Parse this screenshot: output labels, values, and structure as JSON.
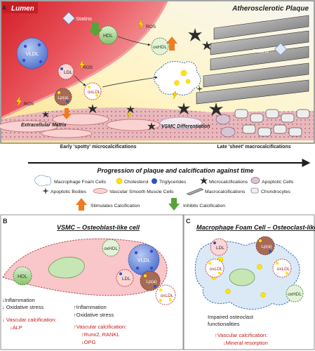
{
  "panel_a": {
    "letter": "A",
    "lumen_title": "Lumen",
    "plaque_title": "Atherosclerotic Plaque",
    "labels": {
      "statins_1": "Statins",
      "statins_2": "Statins",
      "hdl": "HDL",
      "vldl": "VLDL",
      "oxhdl": "oxHDL",
      "ros_1": "ROS",
      "ros_2": "ROS",
      "ros_3": "ROS",
      "ldl": "LDL",
      "oxldl": "oxLDL",
      "lpa": "Lp(a)",
      "ecm": "Extracellular Matrix",
      "vsmc_diff": "VSMC Differentiation"
    },
    "early_label": "Early 'spotty' microcalcifications",
    "late_label": "Late 'sheet' macrocalcifications",
    "progression_label": "Progression of plaque and calcification against time"
  },
  "legend": {
    "macrophage": "Macrophage Foam Cells",
    "cholesterol": "Cholesterol",
    "triglycerides": "Triglycerides",
    "microcalc": "Microcalcifications",
    "apoptotic_cells": "Apoptotic Cells",
    "apoptotic_bodies": "Apoptotic Bodies",
    "vsmc": "Vascular Smooth Muscle Cells",
    "macrocalc": "Macrocalcifications",
    "chondrocytes": "Chondrocytes",
    "stimulates": "Stimulates Calcification",
    "inhibits": "Inhibits Calcification"
  },
  "panel_b": {
    "letter": "B",
    "title": "VSMC – Osteoblast-like cell",
    "labels": {
      "oxhdl": "oxHDL",
      "vldl": "VLDL",
      "hdl": "HDL",
      "ldl": "LDL",
      "lpa": "Lp(a)",
      "oxldl": "oxLDL"
    },
    "left_lines": [
      "↓Inflammation",
      "↓ Oxidative stress"
    ],
    "left_red_lines": [
      "↓ Vascular calcification:",
      "↓ALP"
    ],
    "right_lines": [
      "↑Inflammation",
      "↑Oxidative stress"
    ],
    "right_red_lines": [
      "↑Vascular calcification:",
      "↑Runx2, RANKL",
      "↓OPG"
    ]
  },
  "panel_c": {
    "letter": "C",
    "title": "Macrophage Foam Cell – Osteoclast-like cell",
    "labels": {
      "ldl": "LDL",
      "lpa": "Lp(a)",
      "oxldl_1": "oxLDL",
      "oxldl_2": "oxLDL",
      "oxhdl": "oxHDL"
    },
    "impaired_lines": [
      "Impaired osteoclast",
      "functionalities"
    ],
    "red_lines": [
      "↑Vascular calcification:",
      "↓Mineral resorption"
    ]
  },
  "colors": {
    "lumen_red": "#d9262b",
    "plaque_yellow": "#fbe89a",
    "cholesterol_yellow": "#ffe600",
    "triglyceride_blue": "#2d52c4",
    "vldl_blue": "#5b7fd9",
    "hdl_green": "#9dcf86",
    "ldl_red": "#c4322e",
    "lpa_brown": "#8a4b36",
    "stimulate_orange": "#f07a22",
    "inhibit_green": "#58a23c",
    "calc_red_text": "#c0201d"
  }
}
